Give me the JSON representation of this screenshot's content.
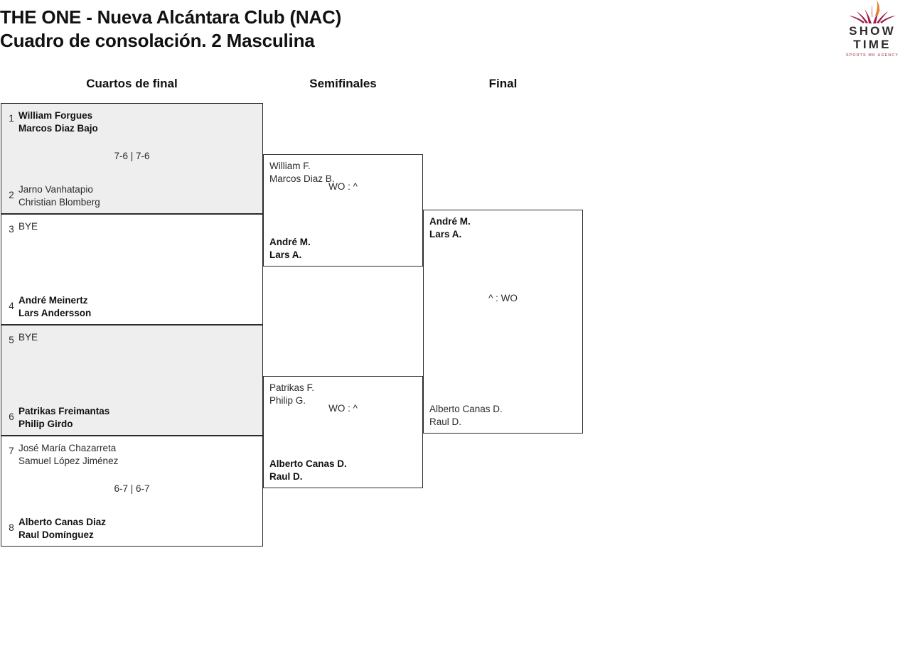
{
  "header": {
    "title_line1": "THE ONE - Nueva Alcántara Club (NAC)",
    "title_line2": "Cuadro de consolación. 2 Masculina"
  },
  "logo": {
    "word1": "SHOW",
    "word2": "TIME",
    "tagline": "SPORTS MK AGENCY",
    "burst_color": "#9e1f4a",
    "spark_color": "#e87d2a",
    "text_color": "#2e2a2a",
    "tag_color": "#c0707a"
  },
  "rounds": [
    {
      "label": "Cuartos de final"
    },
    {
      "label": "Semifinales"
    },
    {
      "label": "Final"
    }
  ],
  "colors": {
    "box_border": "#2b2b2b",
    "box_shaded": "#eeeeee",
    "box_plain": "#ffffff",
    "text": "#2b2b2b",
    "winner_text": "#111111"
  },
  "bracket": {
    "round1": [
      {
        "shaded": true,
        "score": "7-6 | 7-6",
        "top": {
          "seed": "1",
          "line1": "William Forgues",
          "line2": "Marcos Diaz Bajo",
          "winner": true
        },
        "bottom": {
          "seed": "2",
          "line1": "Jarno Vanhatapio",
          "line2": "Christian Blomberg",
          "winner": false
        }
      },
      {
        "shaded": false,
        "score": "",
        "top": {
          "seed": "3",
          "line1": "BYE",
          "line2": "",
          "winner": false
        },
        "bottom": {
          "seed": "4",
          "line1": "André Meinertz",
          "line2": "Lars Andersson",
          "winner": true
        }
      },
      {
        "shaded": true,
        "score": "",
        "top": {
          "seed": "5",
          "line1": "BYE",
          "line2": "",
          "winner": false
        },
        "bottom": {
          "seed": "6",
          "line1": "Patrikas Freimantas",
          "line2": "Philip Girdo",
          "winner": true
        }
      },
      {
        "shaded": false,
        "score": "6-7 | 6-7",
        "top": {
          "seed": "7",
          "line1": "José María Chazarreta",
          "line2": "Samuel López Jiménez",
          "winner": false
        },
        "bottom": {
          "seed": "8",
          "line1": "Alberto Canas Diaz",
          "line2": "Raul Domínguez",
          "winner": true
        }
      }
    ],
    "round2": [
      {
        "score": "WO : ^",
        "top": {
          "line1": "William F.",
          "line2": "Marcos Diaz B.",
          "winner": false
        },
        "bottom": {
          "line1": "André M.",
          "line2": "Lars A.",
          "winner": true
        }
      },
      {
        "score": "WO : ^",
        "top": {
          "line1": "Patrikas F.",
          "line2": "Philip G.",
          "winner": false
        },
        "bottom": {
          "line1": "Alberto Canas D.",
          "line2": "Raul D.",
          "winner": true
        }
      }
    ],
    "round3": [
      {
        "score": "^ : WO",
        "top": {
          "line1": "André M.",
          "line2": "Lars A.",
          "winner": true
        },
        "bottom": {
          "line1": "Alberto Canas D.",
          "line2": "Raul D.",
          "winner": false
        }
      }
    ]
  }
}
